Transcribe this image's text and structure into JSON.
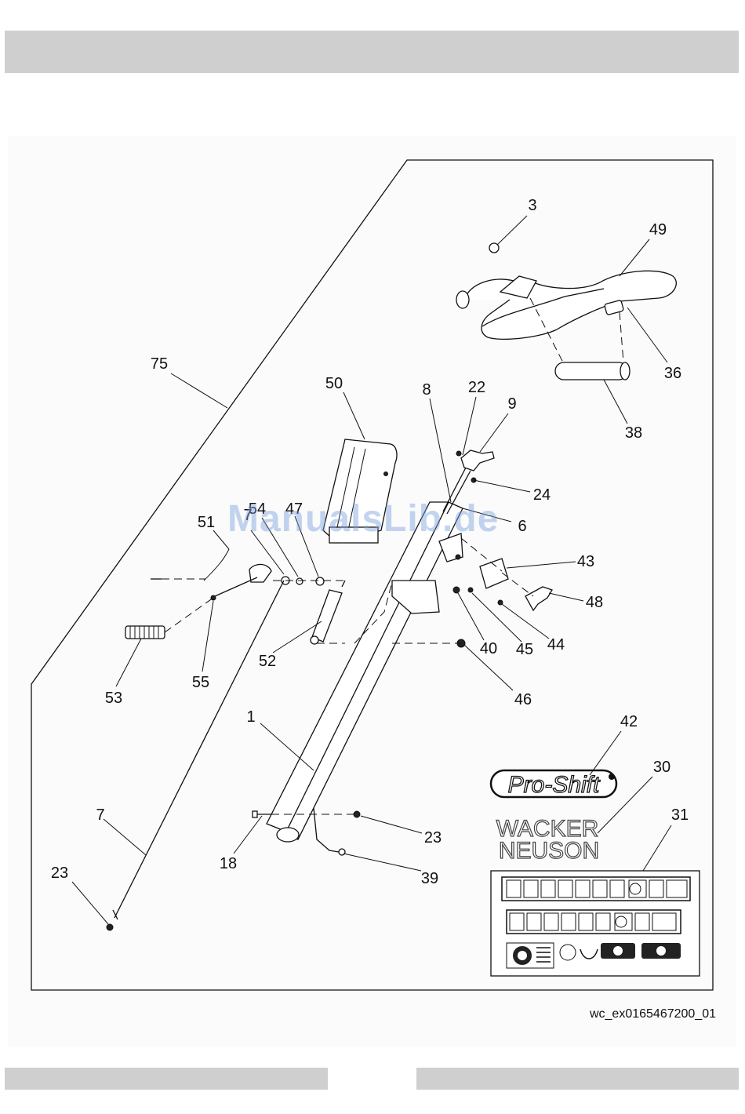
{
  "callouts": {
    "c3": "3",
    "c49": "49",
    "c36": "36",
    "c38": "38",
    "c75": "75",
    "c50": "50",
    "c8": "8",
    "c22": "22",
    "c9": "9",
    "c24": "24",
    "c6": "6",
    "c54": "54",
    "c47": "47",
    "c7a": "7",
    "c51": "51",
    "c43": "43",
    "c48": "48",
    "c52": "52",
    "c40": "40",
    "c45": "45",
    "c44": "44",
    "c46": "46",
    "c53": "53",
    "c55": "55",
    "c1": "1",
    "c42": "42",
    "c30": "30",
    "c31": "31",
    "c7b": "7",
    "c23a": "23",
    "c18": "18",
    "c39": "39",
    "c23b": "23"
  },
  "logos": {
    "proshift": "Pro-Shift",
    "brand_line1": "WACKER",
    "brand_line2": "NEUSON"
  },
  "caption": "wc_ex0165467200_01",
  "watermark": "ManualsLib.de"
}
